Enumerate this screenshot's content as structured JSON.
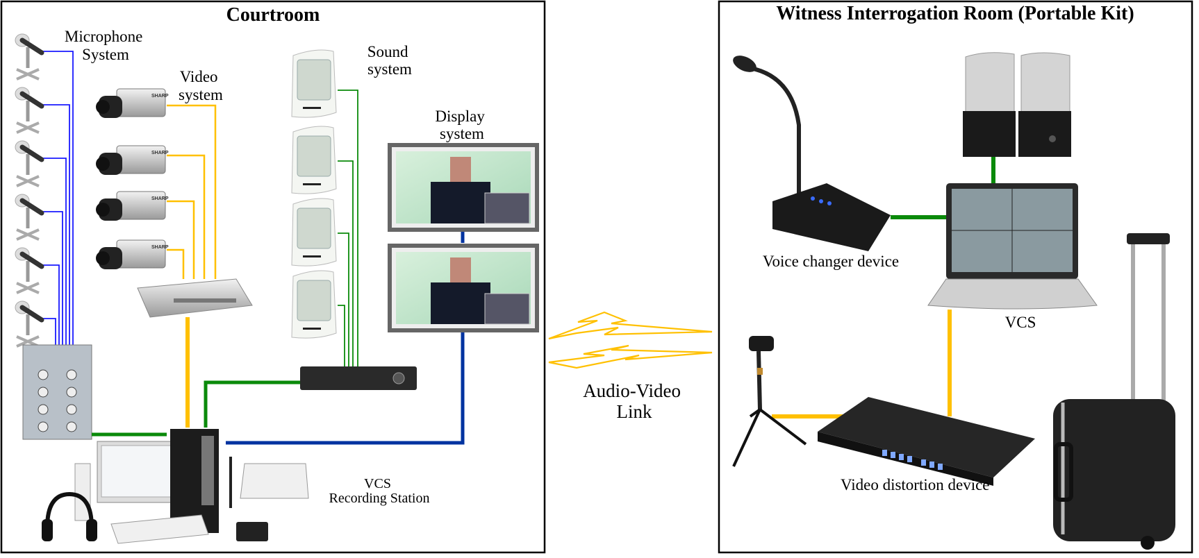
{
  "courtroom": {
    "title": "Courtroom",
    "microphone_label": [
      "Microphone",
      "System"
    ],
    "video_label": [
      "Video",
      "system"
    ],
    "sound_label": [
      "Sound",
      "system"
    ],
    "display_label": [
      "Display",
      "system"
    ],
    "recording_label": [
      "VCS",
      "Recording Station"
    ]
  },
  "link": {
    "label": [
      "Audio-Video",
      "Link"
    ]
  },
  "witness_room": {
    "title": "Witness Interrogation Room (Portable Kit)",
    "voice_changer_label": "Voice changer device",
    "vcs_label": "VCS",
    "video_distortion_label": "Video distortion device"
  },
  "colors": {
    "microphone_wire": "#1a1aff",
    "video_wire": "#ffc000",
    "audio_wire": "#0a8a0a",
    "display_wire": "#0033a0",
    "link": "#ffc000"
  }
}
